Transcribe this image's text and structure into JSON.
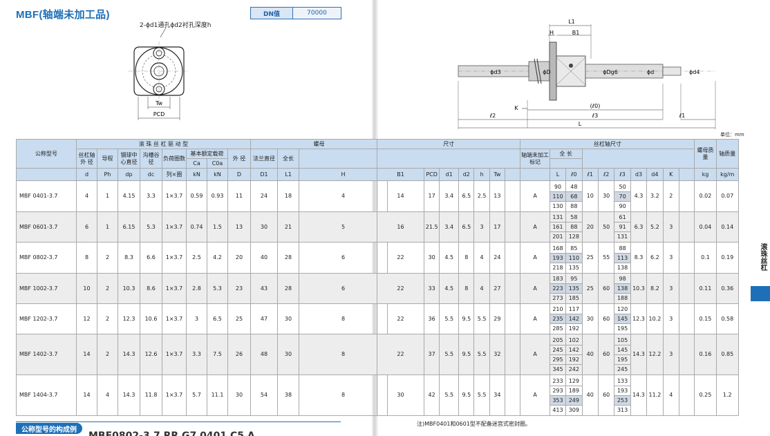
{
  "title": "MBF(轴端未加工品)",
  "dn": {
    "label": "DN值",
    "value": "70000"
  },
  "drawing_left": {
    "hole_note": "2-ϕd1通孔ϕd2衬孔深度h",
    "tw": "Tw",
    "pcd": "PCD"
  },
  "drawing_right": {
    "l1_top": "L1",
    "h": "H",
    "b1": "B1",
    "d3": "ϕd3",
    "d": "ϕD",
    "dg6": "ϕDg6",
    "d_shaft": "ϕd",
    "d4": "ϕd4",
    "k": "K",
    "l0": "(ℓ0)",
    "l2": "ℓ2",
    "l3": "ℓ3",
    "l1": "ℓ1",
    "L": "L"
  },
  "unit_note": "单位：mm",
  "side_label": "滚珠丝杠",
  "foot_note": "注)MBF0401和0601型不配备迷宫式密封圈。",
  "section_title": "公称型号的构成例",
  "model_peek": "MBF0802-3.7 RR  G7  0401  C5  A",
  "table_left": {
    "headers": {
      "model": "公称型号",
      "group_drive": "滚 珠 丝 杠 驱 动 型",
      "group_nut": "螺母",
      "d_lbl": "丝杠轴外 径",
      "ph_lbl": "导程",
      "dp_lbl": "钢球中心直径",
      "dc_lbl": "沟槽谷径",
      "turns_lbl": "负荷圈数",
      "load_lbl": "基本额定载荷",
      "ca": "Ca",
      "c0a": "C0a",
      "D_lbl": "外 径",
      "D1_lbl": "法兰直径",
      "L1_lbl": "全长",
      "s_d": "d",
      "s_ph": "Ph",
      "s_dp": "dp",
      "s_dc": "dc",
      "s_turns": "列×圈",
      "s_kn1": "kN",
      "s_kn2": "kN",
      "s_D": "D",
      "s_D1": "D1",
      "s_L1": "L1",
      "s_H": "H"
    },
    "rows": [
      {
        "model": "MBF 0401-3.7",
        "d": "4",
        "ph": "1",
        "dp": "4.15",
        "dc": "3.3",
        "turns": "1×3.7",
        "ca": "0.59",
        "c0a": "0.93",
        "D": "11",
        "D1": "24",
        "L1": "18",
        "H": "4"
      },
      {
        "model": "MBF 0601-3.7",
        "d": "6",
        "ph": "1",
        "dp": "6.15",
        "dc": "5.3",
        "turns": "1×3.7",
        "ca": "0.74",
        "c0a": "1.5",
        "D": "13",
        "D1": "30",
        "L1": "21",
        "H": "5"
      },
      {
        "model": "MBF 0802-3.7",
        "d": "8",
        "ph": "2",
        "dp": "8.3",
        "dc": "6.6",
        "turns": "1×3.7",
        "ca": "2.5",
        "c0a": "4.2",
        "D": "20",
        "D1": "40",
        "L1": "28",
        "H": "6"
      },
      {
        "model": "MBF 1002-3.7",
        "d": "10",
        "ph": "2",
        "dp": "10.3",
        "dc": "8.6",
        "turns": "1×3.7",
        "ca": "2.8",
        "c0a": "5.3",
        "D": "23",
        "D1": "43",
        "L1": "28",
        "H": "6"
      },
      {
        "model": "MBF 1202-3.7",
        "d": "12",
        "ph": "2",
        "dp": "12.3",
        "dc": "10.6",
        "turns": "1×3.7",
        "ca": "3",
        "c0a": "6.5",
        "D": "25",
        "D1": "47",
        "L1": "30",
        "H": "8"
      },
      {
        "model": "MBF 1402-3.7",
        "d": "14",
        "ph": "2",
        "dp": "14.3",
        "dc": "12.6",
        "turns": "1×3.7",
        "ca": "3.3",
        "c0a": "7.5",
        "D": "26",
        "D1": "48",
        "L1": "30",
        "H": "8"
      },
      {
        "model": "MBF 1404-3.7",
        "d": "14",
        "ph": "4",
        "dp": "14.3",
        "dc": "11.8",
        "turns": "1×3.7",
        "ca": "5.7",
        "c0a": "11.1",
        "D": "30",
        "D1": "54",
        "L1": "38",
        "H": "8"
      }
    ]
  },
  "table_right": {
    "headers": {
      "group_dim": "尺寸",
      "group_shaft": "丝杠轴尺寸",
      "end_lbl": "轴端未加工标记",
      "len_lbl": "全 长",
      "mass_nut": "螺母质量",
      "mass_shaft": "轴质量",
      "s_B1": "B1",
      "s_PCD": "PCD",
      "s_d1": "d1",
      "s_d2": "d2",
      "s_h": "h",
      "s_Tw": "Tw",
      "s_L": "L",
      "s_l0": "ℓ0",
      "s_l1": "ℓ1",
      "s_l2": "ℓ2",
      "s_l3": "ℓ3",
      "s_d3": "d3",
      "s_d4": "d4",
      "s_K": "K",
      "s_kg": "kg",
      "s_kgm": "kg/m"
    },
    "rows": [
      {
        "B1": "14",
        "PCD": "17",
        "d1": "3.4",
        "d2": "6.5",
        "h": "2.5",
        "Tw": "13",
        "end": "A",
        "L": [
          "90",
          "110",
          "130"
        ],
        "l0": [
          "48",
          "68",
          "88"
        ],
        "l1": "10",
        "l2": "30",
        "l3": [
          "50",
          "70",
          "90"
        ],
        "d3": "4.3",
        "d4": "3.2",
        "K": "2",
        "kg": "0.02",
        "kgm": "0.07",
        "hl": 1
      },
      {
        "B1": "16",
        "PCD": "21.5",
        "d1": "3.4",
        "d2": "6.5",
        "h": "3",
        "Tw": "17",
        "end": "A",
        "L": [
          "131",
          "161",
          "201"
        ],
        "l0": [
          "58",
          "88",
          "128"
        ],
        "l1": "20",
        "l2": "50",
        "l3": [
          "61",
          "91",
          "131"
        ],
        "d3": "6.3",
        "d4": "5.2",
        "K": "3",
        "kg": "0.04",
        "kgm": "0.14",
        "hl": -1
      },
      {
        "B1": "22",
        "PCD": "30",
        "d1": "4.5",
        "d2": "8",
        "h": "4",
        "Tw": "24",
        "end": "A",
        "L": [
          "168",
          "193",
          "218"
        ],
        "l0": [
          "85",
          "110",
          "135"
        ],
        "l1": "25",
        "l2": "55",
        "l3": [
          "88",
          "113",
          "138"
        ],
        "d3": "8.3",
        "d4": "6.2",
        "K": "3",
        "kg": "0.1",
        "kgm": "0.19",
        "hl": 1
      },
      {
        "B1": "22",
        "PCD": "33",
        "d1": "4.5",
        "d2": "8",
        "h": "4",
        "Tw": "27",
        "end": "A",
        "L": [
          "183",
          "223",
          "273"
        ],
        "l0": [
          "95",
          "135",
          "185"
        ],
        "l1": "25",
        "l2": "60",
        "l3": [
          "98",
          "138",
          "188"
        ],
        "d3": "10.3",
        "d4": "8.2",
        "K": "3",
        "kg": "0.11",
        "kgm": "0.36",
        "hl": 1
      },
      {
        "B1": "22",
        "PCD": "36",
        "d1": "5.5",
        "d2": "9.5",
        "h": "5.5",
        "Tw": "29",
        "end": "A",
        "L": [
          "210",
          "235",
          "285"
        ],
        "l0": [
          "117",
          "142",
          "192"
        ],
        "l1": "30",
        "l2": "60",
        "l3": [
          "120",
          "145",
          "195"
        ],
        "d3": "12.3",
        "d4": "10.2",
        "K": "3",
        "kg": "0.15",
        "kgm": "0.58",
        "hl": 1
      },
      {
        "B1": "22",
        "PCD": "37",
        "d1": "5.5",
        "d2": "9.5",
        "h": "5.5",
        "Tw": "32",
        "end": "A",
        "L": [
          "205",
          "245",
          "295",
          "345"
        ],
        "l0": [
          "102",
          "142",
          "192",
          "242"
        ],
        "l1": "40",
        "l2": "60",
        "l3": [
          "105",
          "145",
          "195",
          "245"
        ],
        "d3": "14.3",
        "d4": "12.2",
        "K": "3",
        "kg": "0.16",
        "kgm": "0.85",
        "hl": -1
      },
      {
        "B1": "30",
        "PCD": "42",
        "d1": "5.5",
        "d2": "9.5",
        "h": "5.5",
        "Tw": "34",
        "end": "A",
        "L": [
          "233",
          "293",
          "353",
          "413"
        ],
        "l0": [
          "129",
          "189",
          "249",
          "309"
        ],
        "l1": "40",
        "l2": "60",
        "l3": [
          "133",
          "193",
          "253",
          "313"
        ],
        "d3": "14.3",
        "d4": "11.2",
        "K": "4",
        "kg": "0.25",
        "kgm": "1.2",
        "hl": 2
      }
    ]
  }
}
